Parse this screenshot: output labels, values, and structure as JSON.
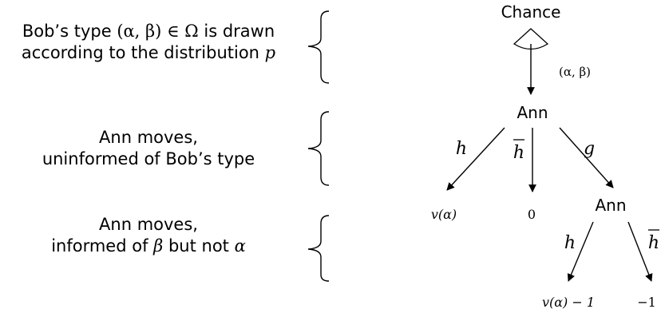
{
  "stages": [
    {
      "line1_pre": "Bob’s type ",
      "line1_math": "(α, β) ∈ Ω",
      "line1_post": " is drawn",
      "line2_pre": "according to the distribution ",
      "line2_math": "p"
    },
    {
      "line1": "Ann moves,",
      "line2": "uninformed of Bob’s type"
    },
    {
      "line1": "Ann moves,",
      "line2_pre": "informed of ",
      "line2_math1": "β",
      "line2_mid": " but not ",
      "line2_math2": "α"
    }
  ],
  "tree": {
    "root": "Chance",
    "chance_label": "(α, β)",
    "ann1": "Ann",
    "ann2": "Ann",
    "edges": {
      "h1": "h",
      "hbar1": "h",
      "g": "g",
      "h2": "h",
      "hbar2": "h"
    },
    "payoffs": {
      "v_alpha": "v(α)",
      "zero": "0",
      "v_alpha_minus_1": "v(α) − 1",
      "minus_1": "−1"
    }
  }
}
